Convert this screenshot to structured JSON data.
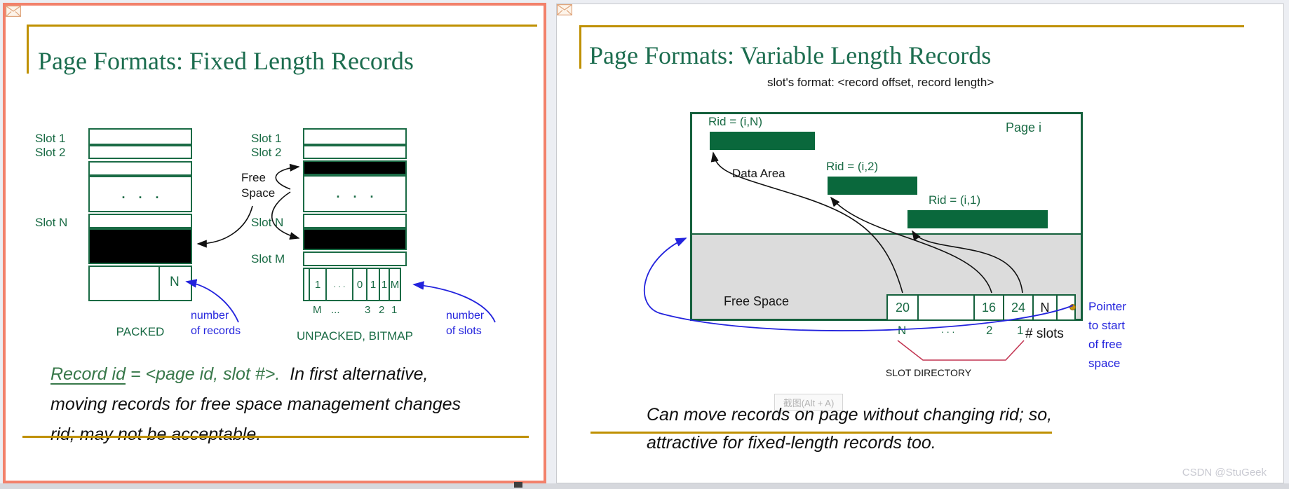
{
  "page": {
    "watermark": "CSDN @StuGeek",
    "screenshot_hint": "截图(Alt + A)"
  },
  "colors": {
    "title_green": "#1c6d4f",
    "diagram_green": "#1a6b45",
    "record_fill_green": "#0a683c",
    "annotation_blue": "#2323dd",
    "gold": "#bf9000",
    "selected_slide_border": "#f2816b",
    "bracket_red": "#c23350",
    "free_space_gray": "#dcdcdc"
  },
  "left_slide": {
    "title": "Page Formats: Fixed Length Records",
    "free_space": {
      "line1": "Free",
      "line2": "Space"
    },
    "packed": {
      "slot1": "Slot 1",
      "slot2": "Slot 2",
      "slotN": "Slot N",
      "dots": ". . .",
      "record_count": "N",
      "caption": "PACKED",
      "annotation_line1": "number",
      "annotation_line2": "of records"
    },
    "unpacked": {
      "slot1": "Slot 1",
      "slot2": "Slot 2",
      "slotN": "Slot N",
      "slotM": "Slot M",
      "dots": ". . .",
      "bitmap_cells": [
        "",
        "1",
        ". . .",
        "0",
        "1",
        "1",
        "M"
      ],
      "index_labels": [
        "M",
        "...",
        "3",
        "2",
        "1"
      ],
      "caption": "UNPACKED, BITMAP",
      "annotation_line1": "number",
      "annotation_line2": "of slots"
    },
    "bullet": {
      "lead_underlined": "Record id",
      "lead_green": " = <page id, slot #>.",
      "line1_black": "  In first alternative,",
      "line2": "moving records for free space management changes",
      "line3": "rid; may not be acceptable."
    }
  },
  "right_slide": {
    "title": "Page Formats: Variable Length Records",
    "subtitle": "slot's format: <record offset, record length>",
    "page_label": "Page i",
    "data_area_label": "Data Area",
    "free_space_label": "Free Space",
    "rid_n": "Rid = (i,N)",
    "rid_2": "Rid = (i,2)",
    "rid_1": "Rid = (i,1)",
    "slot_directory": {
      "cells": [
        "20",
        "",
        "16",
        "24",
        "N"
      ],
      "index_n": "N",
      "index_dots": ". . .",
      "index_2": "2",
      "index_1": "1",
      "slots_label": "# slots",
      "caption": "SLOT DIRECTORY"
    },
    "pointer": {
      "line1": "Pointer",
      "line2": "to start",
      "line3": "of free",
      "line4": "space"
    },
    "bullet": {
      "line1": "Can move records on page without changing rid; so,",
      "line2": "attractive for fixed-length records too."
    }
  }
}
